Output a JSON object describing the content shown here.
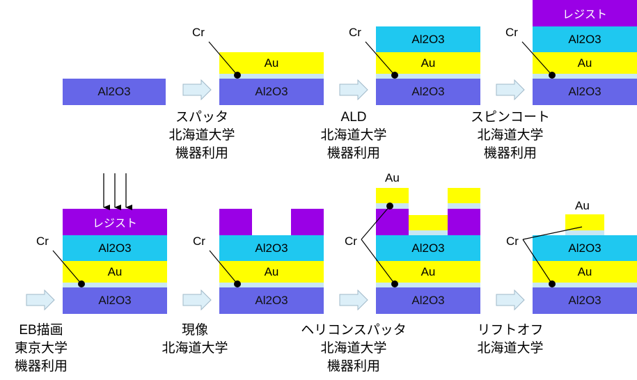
{
  "materials": {
    "al2o3": "Al2O3",
    "au": "Au",
    "cr": "Cr",
    "resist": "レジスト"
  },
  "colors": {
    "al2o3_base": "#6666e8",
    "al2o3_top": "#1fc8f0",
    "au": "#ffff00",
    "cr": "#c9e7f3",
    "resist": "#9a00e6",
    "arrow_fill": "#dceff8"
  },
  "steps": {
    "sputter": [
      "スパッタ",
      "北海道大学",
      "機器利用"
    ],
    "ald": [
      "ALD",
      "北海道大学",
      "機器利用"
    ],
    "spincoat": [
      "スピンコート",
      "北海道大学",
      "機器利用"
    ],
    "eb": [
      "EB描画",
      "東京大学",
      "機器利用"
    ],
    "develop": [
      "現像",
      "北海道大学"
    ],
    "helicon": [
      "ヘリコンスパッタ",
      "北海道大学",
      "機器利用"
    ],
    "liftoff": [
      "リフトオフ",
      "北海道大学"
    ]
  }
}
